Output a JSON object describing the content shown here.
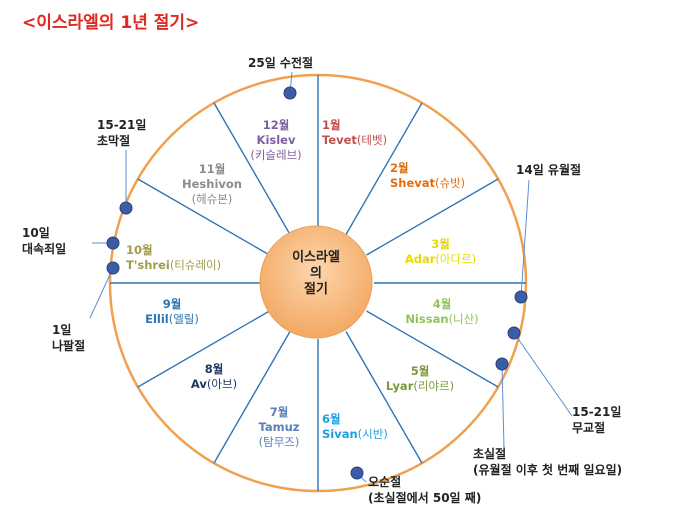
{
  "title": "<이스라엘의 1년 절기>",
  "center": {
    "line1": "이스라엘",
    "line2": "의",
    "line3": "절기"
  },
  "months": [
    {
      "num": "1월",
      "name": "Tevet",
      "kor": "(테벳)",
      "color": "#c0504d"
    },
    {
      "num": "2월",
      "name": "Shevat",
      "kor": "(슈밧)",
      "color": "#e46c0a"
    },
    {
      "num": "3월",
      "name": "Adar",
      "kor": "(아다르)",
      "color": "#e8d800"
    },
    {
      "num": "4월",
      "name": "Nissan",
      "kor": "(니산)",
      "color": "#92c35a"
    },
    {
      "num": "5월",
      "name": "Lyar",
      "kor": "(리야르)",
      "color": "#7a9a3a"
    },
    {
      "num": "6월",
      "name": "Sivan",
      "kor": "(시반)",
      "color": "#1ba1e2"
    },
    {
      "num": "7월",
      "name": "Tamuz",
      "kor": "(탐무즈)",
      "color": "#5a7fb5"
    },
    {
      "num": "8월",
      "name": "Av",
      "kor": "(아브)",
      "color": "#1f3864"
    },
    {
      "num": "9월",
      "name": "Ellil",
      "kor": "(엘릴)",
      "color": "#2e75b6"
    },
    {
      "num": "10월",
      "name": "T'shrei",
      "kor": "(티슈레이)",
      "color": "#a39a48"
    },
    {
      "num": "11월",
      "name": "Heshivon",
      "kor": "(헤슈본)",
      "color": "#8c8c8c"
    },
    {
      "num": "12월",
      "name": "Kislev",
      "kor": "(키슬레브)",
      "color": "#7f5fa0"
    }
  ],
  "festivals": [
    {
      "line1": "25일 수전절",
      "line2": ""
    },
    {
      "line1": "15-21일",
      "line2": "초막절"
    },
    {
      "line1": "10일",
      "line2": "대속죄일"
    },
    {
      "line1": "1일",
      "line2": "나팔절"
    },
    {
      "line1": "14일 유월절",
      "line2": ""
    },
    {
      "line1": "15-21일",
      "line2": "무교절"
    },
    {
      "line1": "초실절",
      "line2": "(유월절 이후 첫 번째 일요일)"
    },
    {
      "line1": "오순절",
      "line2": "(초실절에서 50일 째)"
    }
  ],
  "colors": {
    "ring": "#f0a050",
    "divider": "#2e74b5",
    "center": "#f6b26b",
    "marker": "#3b5da8",
    "title": "#e0291f"
  }
}
